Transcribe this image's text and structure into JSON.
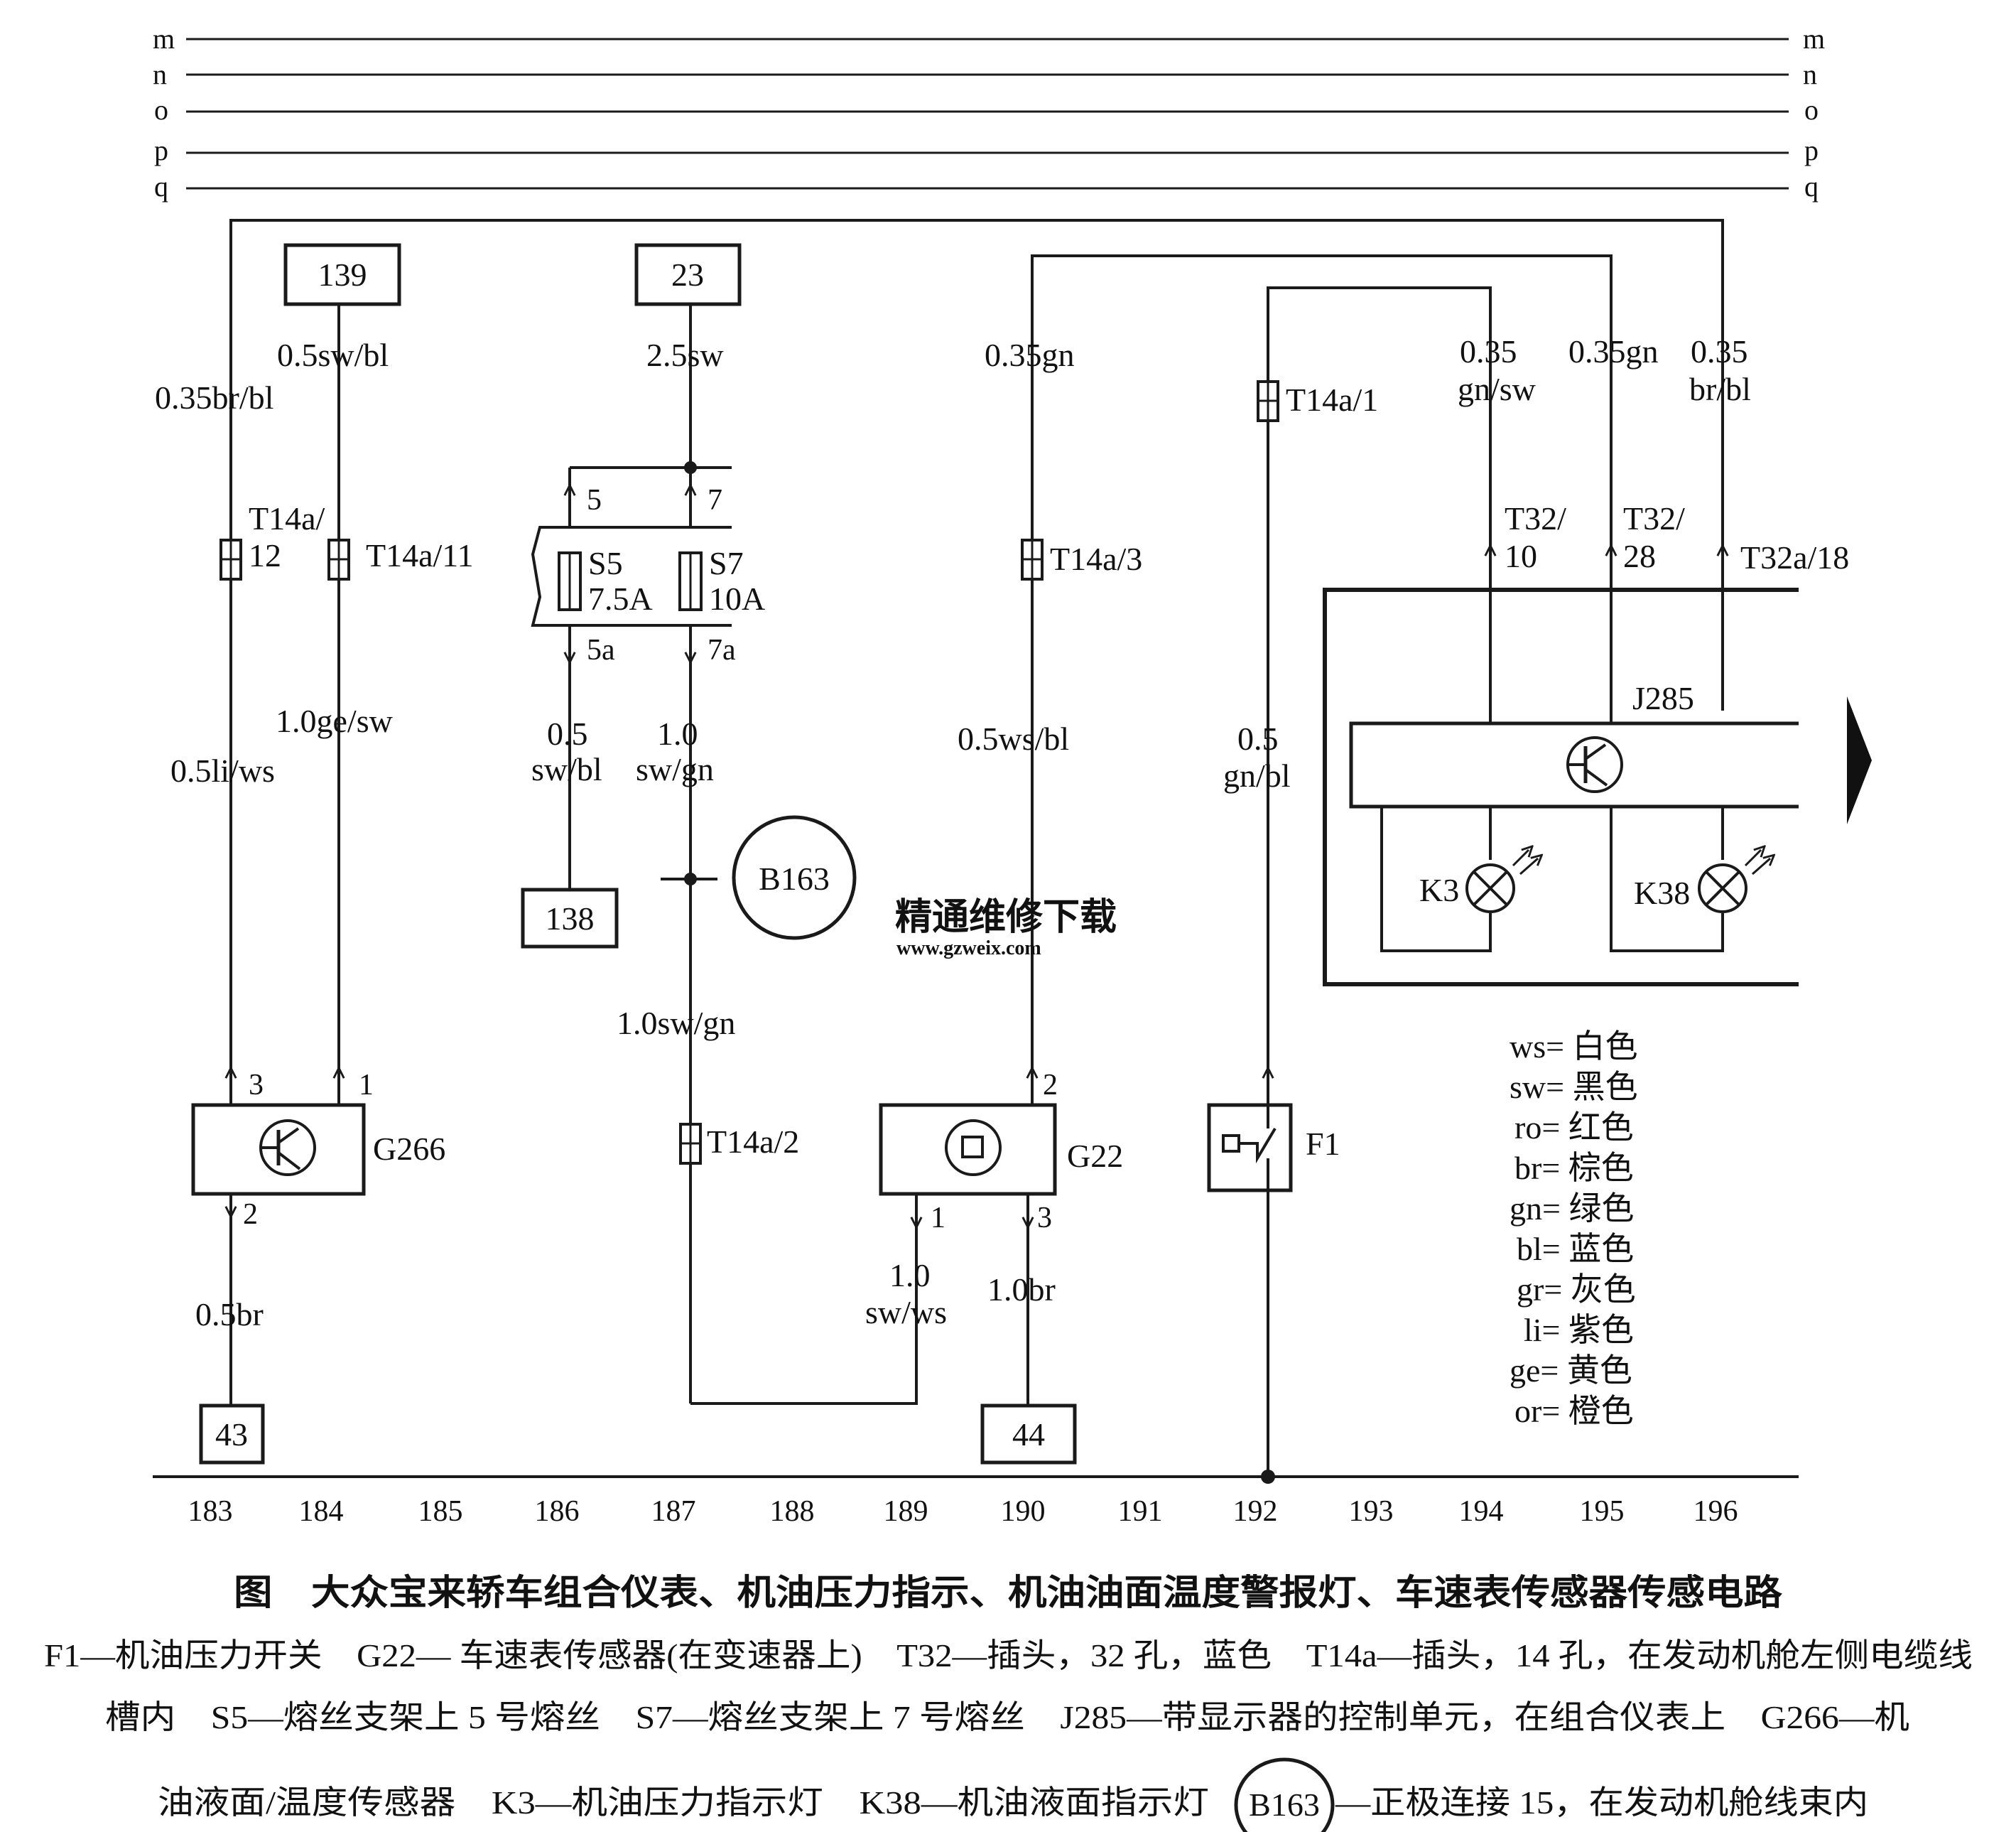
{
  "rails": [
    "m",
    "n",
    "o",
    "p",
    "q"
  ],
  "columns": [
    "183",
    "184",
    "185",
    "186",
    "187",
    "188",
    "189",
    "190",
    "191",
    "192",
    "193",
    "194",
    "195",
    "196"
  ],
  "terminals": {
    "t139": "139",
    "t23": "23",
    "t138": "138",
    "t43": "43",
    "t44": "44"
  },
  "wires": {
    "w1": "0.35br/bl",
    "w2": "0.5sw/bl",
    "w3": "2.5sw",
    "w4": "0.35gn",
    "w5a": "0.35",
    "w5b": "gn/sw",
    "w6": "0.35gn",
    "w7a": "0.35",
    "w7b": "br/bl",
    "w8": "0.5li/ws",
    "w9": "1.0ge/sw",
    "w10a": "0.5",
    "w10b": "sw/bl",
    "w11a": "1.0",
    "w11b": "sw/gn",
    "w12": "0.5ws/bl",
    "w13a": "0.5",
    "w13b": "gn/bl",
    "w14": "1.0sw/gn",
    "w15": "0.5br",
    "w16a": "1.0",
    "w16b": "sw/ws",
    "w17": "1.0br"
  },
  "connectors": {
    "c1a": "T14a/",
    "c1b": "12",
    "c2": "T14a/11",
    "c3": "T14a/3",
    "c4": "T14a/1",
    "c5": "T14a/2",
    "c6a": "T32/",
    "c6b": "10",
    "c7a": "T32/",
    "c7b": "28",
    "c8": "T32a/18"
  },
  "fuses": {
    "s5": "S5",
    "s5r": "7.5A",
    "s7": "S7",
    "s7r": "10A",
    "p5": "5",
    "p7": "7",
    "p5a": "5a",
    "p7a": "7a"
  },
  "components": {
    "g266": "G266",
    "g22": "G22",
    "f1": "F1",
    "j285": "J285",
    "k3": "K3",
    "k38": "K38",
    "b163": "B163"
  },
  "pins": {
    "g266_3": "3",
    "g266_1": "1",
    "g266_2": "2",
    "g22_2": "2",
    "g22_1": "1",
    "g22_3": "3"
  },
  "legend": [
    "ws= 白色",
    "sw= 黑色",
    "ro= 红色",
    "br= 棕色",
    "gn= 绿色",
    "bl= 蓝色",
    "gr= 灰色",
    "li= 紫色",
    "ge= 黄色",
    "or= 橙色"
  ],
  "watermark": {
    "line1": "精通维修下载",
    "line2": "www.gzweix.com"
  },
  "caption": {
    "title": "图　大众宝来轿车组合仪表、机油压力指示、机油油面温度警报灯、车速表传感器传感电路",
    "line1": "F1—机油压力开关　G22— 车速表传感器(在变速器上)　T32—插头，32 孔，蓝色　T14a—插头，14 孔，在发动机舱左侧电缆线",
    "line2": "槽内　S5—熔丝支架上 5 号熔丝　S7—熔丝支架上 7 号熔丝　J285—带显示器的控制单元，在组合仪表上　G266—机",
    "line3a": "油液面/温度传感器　K3—机油压力指示灯　K38—机油液面指示灯",
    "line3b": "B163",
    "line3c": "—正极连接 15，在发动机舱线束内"
  }
}
